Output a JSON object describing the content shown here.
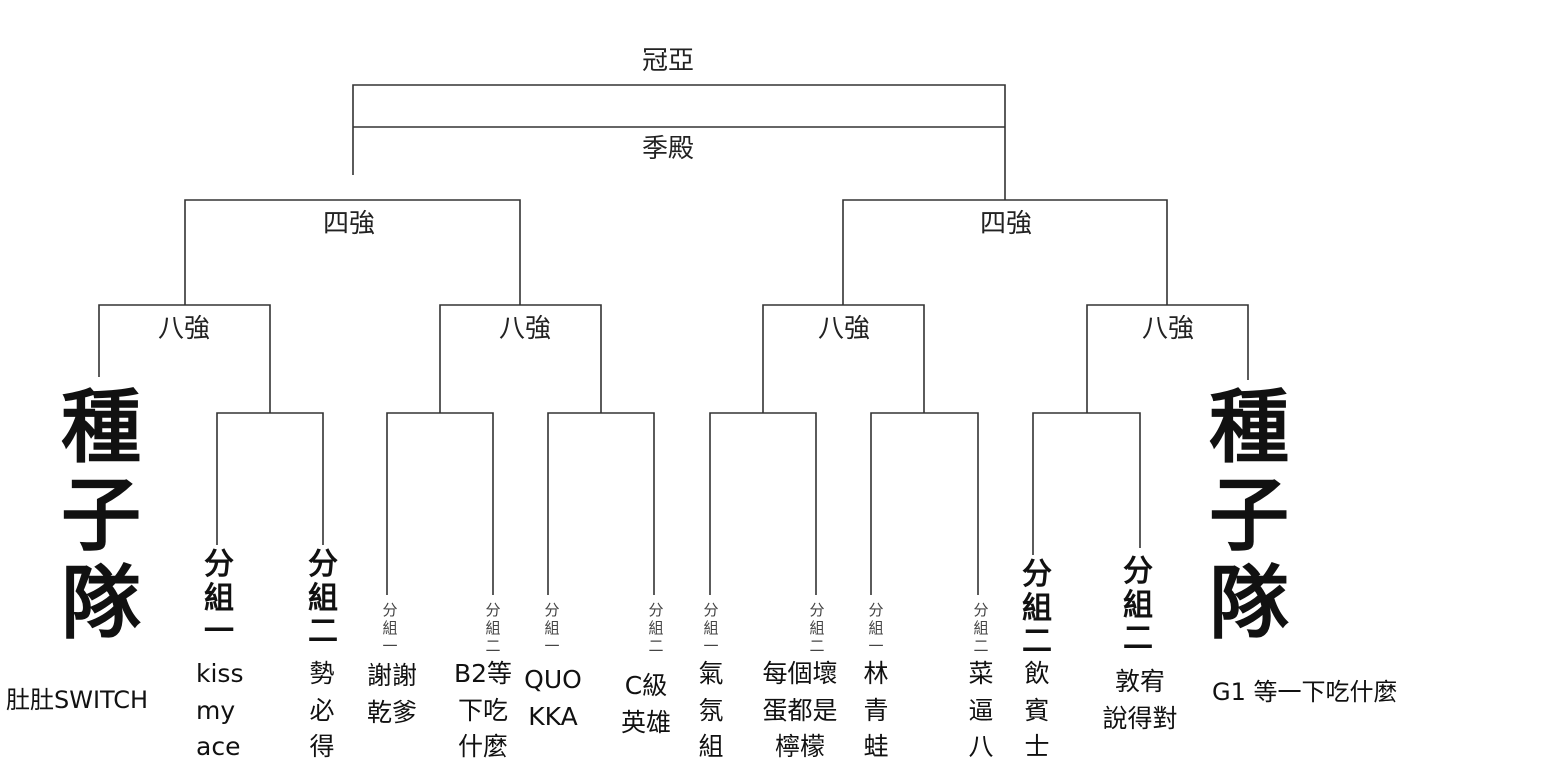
{
  "rounds": {
    "final": "冠亞",
    "third_place": "季殿",
    "semifinal_left": "四強",
    "semifinal_right": "四強",
    "quarterfinals": [
      "八強",
      "八強",
      "八強",
      "八強"
    ]
  },
  "seeds": {
    "left": {
      "label": "種子隊",
      "team": "肚肚SWITCH"
    },
    "right": {
      "label": "種子隊",
      "team": "G1 等一下吃什麼"
    }
  },
  "groups": {
    "big": [
      {
        "label": "分組一",
        "team": [
          "kiss",
          "my",
          "ace"
        ]
      },
      {
        "label": "分組二",
        "team": [
          "勢",
          "必",
          "得"
        ]
      },
      {
        "label": "分組二",
        "team": [
          "飲",
          "賓",
          "士"
        ]
      },
      {
        "label": "分組二",
        "team": [
          "敦宥",
          "說得對"
        ]
      }
    ],
    "small": [
      {
        "label": "分組一",
        "team": [
          "謝謝",
          "乾爹"
        ]
      },
      {
        "label": "分組二",
        "team": [
          "B2等",
          "下吃",
          "什麼"
        ]
      },
      {
        "label": "分組一",
        "team": [
          "QUO",
          "KKA"
        ]
      },
      {
        "label": "分組二",
        "team": [
          "C級",
          "英雄"
        ]
      },
      {
        "label": "分組一",
        "team": [
          "氣",
          "氛",
          "組"
        ]
      },
      {
        "label": "分組二",
        "team": [
          "每個壞",
          "蛋都是",
          "檸檬"
        ]
      },
      {
        "label": "分組一",
        "team": [
          "林",
          "青",
          "蛙"
        ]
      },
      {
        "label": "分組二",
        "team": [
          "菜",
          "逼",
          "八"
        ]
      }
    ]
  }
}
